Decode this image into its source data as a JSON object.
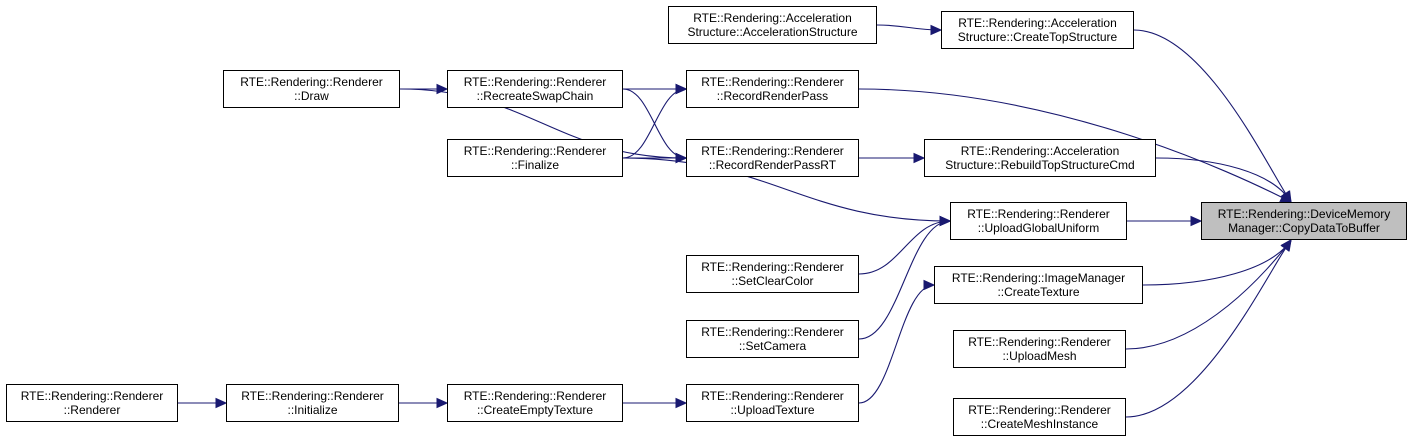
{
  "diagram": {
    "nodes": {
      "accel_ctor": {
        "line1": "RTE::Rendering::Acceleration",
        "line2": "Structure::AccelerationStructure"
      },
      "accel_create_top": {
        "line1": "RTE::Rendering::Acceleration",
        "line2": "Structure::CreateTopStructure"
      },
      "draw": {
        "line1": "RTE::Rendering::Renderer",
        "line2": "::Draw"
      },
      "recreate_swapchain": {
        "line1": "RTE::Rendering::Renderer",
        "line2": "::RecreateSwapChain"
      },
      "record_render_pass": {
        "line1": "RTE::Rendering::Renderer",
        "line2": "::RecordRenderPass"
      },
      "finalize": {
        "line1": "RTE::Rendering::Renderer",
        "line2": "::Finalize"
      },
      "record_render_pass_rt": {
        "line1": "RTE::Rendering::Renderer",
        "line2": "::RecordRenderPassRT"
      },
      "accel_rebuild_top": {
        "line1": "RTE::Rendering::Acceleration",
        "line2": "Structure::RebuildTopStructureCmd"
      },
      "upload_global_uniform": {
        "line1": "RTE::Rendering::Renderer",
        "line2": "::UploadGlobalUniform"
      },
      "copy_data_to_buffer": {
        "line1": "RTE::Rendering::DeviceMemory",
        "line2": "Manager::CopyDataToBuffer"
      },
      "set_clear_color": {
        "line1": "RTE::Rendering::Renderer",
        "line2": "::SetClearColor"
      },
      "image_create_texture": {
        "line1": "RTE::Rendering::ImageManager",
        "line2": "::CreateTexture"
      },
      "set_camera": {
        "line1": "RTE::Rendering::Renderer",
        "line2": "::SetCamera"
      },
      "upload_mesh": {
        "line1": "RTE::Rendering::Renderer",
        "line2": "::UploadMesh"
      },
      "renderer_ctor": {
        "line1": "RTE::Rendering::Renderer",
        "line2": "::Renderer"
      },
      "initialize": {
        "line1": "RTE::Rendering::Renderer",
        "line2": "::Initialize"
      },
      "create_empty_texture": {
        "line1": "RTE::Rendering::Renderer",
        "line2": "::CreateEmptyTexture"
      },
      "upload_texture": {
        "line1": "RTE::Rendering::Renderer",
        "line2": "::UploadTexture"
      },
      "create_mesh_instance": {
        "line1": "RTE::Rendering::Renderer",
        "line2": "::CreateMeshInstance"
      }
    },
    "edges": [
      [
        "accel_ctor",
        "accel_create_top"
      ],
      [
        "accel_create_top",
        "copy_data_to_buffer"
      ],
      [
        "draw",
        "recreate_swapchain"
      ],
      [
        "draw",
        "record_render_pass"
      ],
      [
        "draw",
        "record_render_pass_rt"
      ],
      [
        "recreate_swapchain",
        "record_render_pass"
      ],
      [
        "recreate_swapchain",
        "record_render_pass_rt"
      ],
      [
        "finalize",
        "record_render_pass"
      ],
      [
        "finalize",
        "record_render_pass_rt"
      ],
      [
        "finalize",
        "upload_global_uniform"
      ],
      [
        "record_render_pass",
        "copy_data_to_buffer"
      ],
      [
        "record_render_pass_rt",
        "accel_rebuild_top"
      ],
      [
        "accel_rebuild_top",
        "copy_data_to_buffer"
      ],
      [
        "upload_global_uniform",
        "copy_data_to_buffer"
      ],
      [
        "set_clear_color",
        "upload_global_uniform"
      ],
      [
        "set_camera",
        "upload_global_uniform"
      ],
      [
        "image_create_texture",
        "copy_data_to_buffer"
      ],
      [
        "upload_mesh",
        "copy_data_to_buffer"
      ],
      [
        "create_mesh_instance",
        "copy_data_to_buffer"
      ],
      [
        "renderer_ctor",
        "initialize"
      ],
      [
        "initialize",
        "create_empty_texture"
      ],
      [
        "create_empty_texture",
        "upload_texture"
      ],
      [
        "upload_texture",
        "image_create_texture"
      ]
    ],
    "colors": {
      "edge": "#191970",
      "focus_fill": "#bfbfbf",
      "node_border": "#000000"
    }
  }
}
